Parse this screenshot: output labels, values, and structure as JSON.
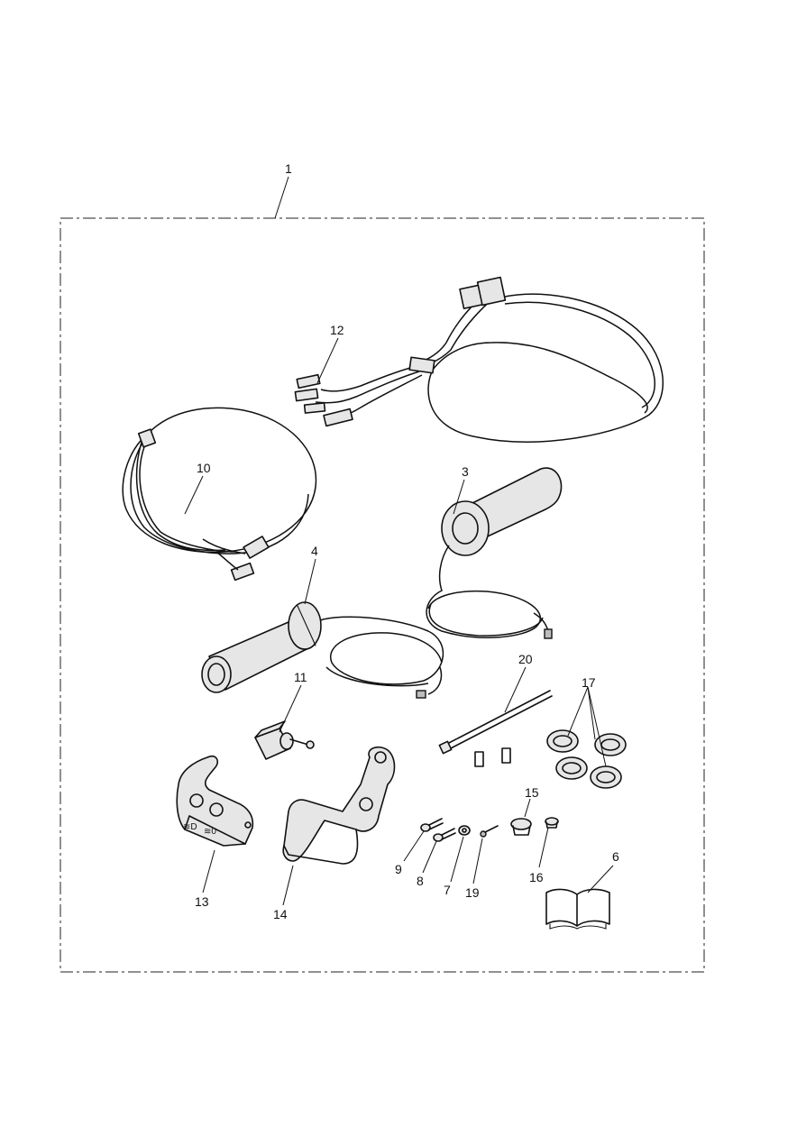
{
  "callouts": [
    {
      "id": "kit",
      "label": "1"
    },
    {
      "id": "harness",
      "label": "12"
    },
    {
      "id": "sub-harness",
      "label": "10"
    },
    {
      "id": "grip-right",
      "label": "3"
    },
    {
      "id": "grip-left",
      "label": "4"
    },
    {
      "id": "cable-tie",
      "label": "20"
    },
    {
      "id": "switch",
      "label": "11"
    },
    {
      "id": "clips",
      "label": "17"
    },
    {
      "id": "switch-housing",
      "label": "13"
    },
    {
      "id": "bracket",
      "label": "14"
    },
    {
      "id": "screw-9",
      "label": "9"
    },
    {
      "id": "screw-8",
      "label": "8"
    },
    {
      "id": "nut",
      "label": "7"
    },
    {
      "id": "screw-19",
      "label": "19"
    },
    {
      "id": "blanking-plug",
      "label": "15"
    },
    {
      "id": "plug-small",
      "label": "16"
    },
    {
      "id": "instructions",
      "label": "6"
    }
  ],
  "switch_housing_symbols": {
    "left": "≋D",
    "right": "≋0"
  }
}
